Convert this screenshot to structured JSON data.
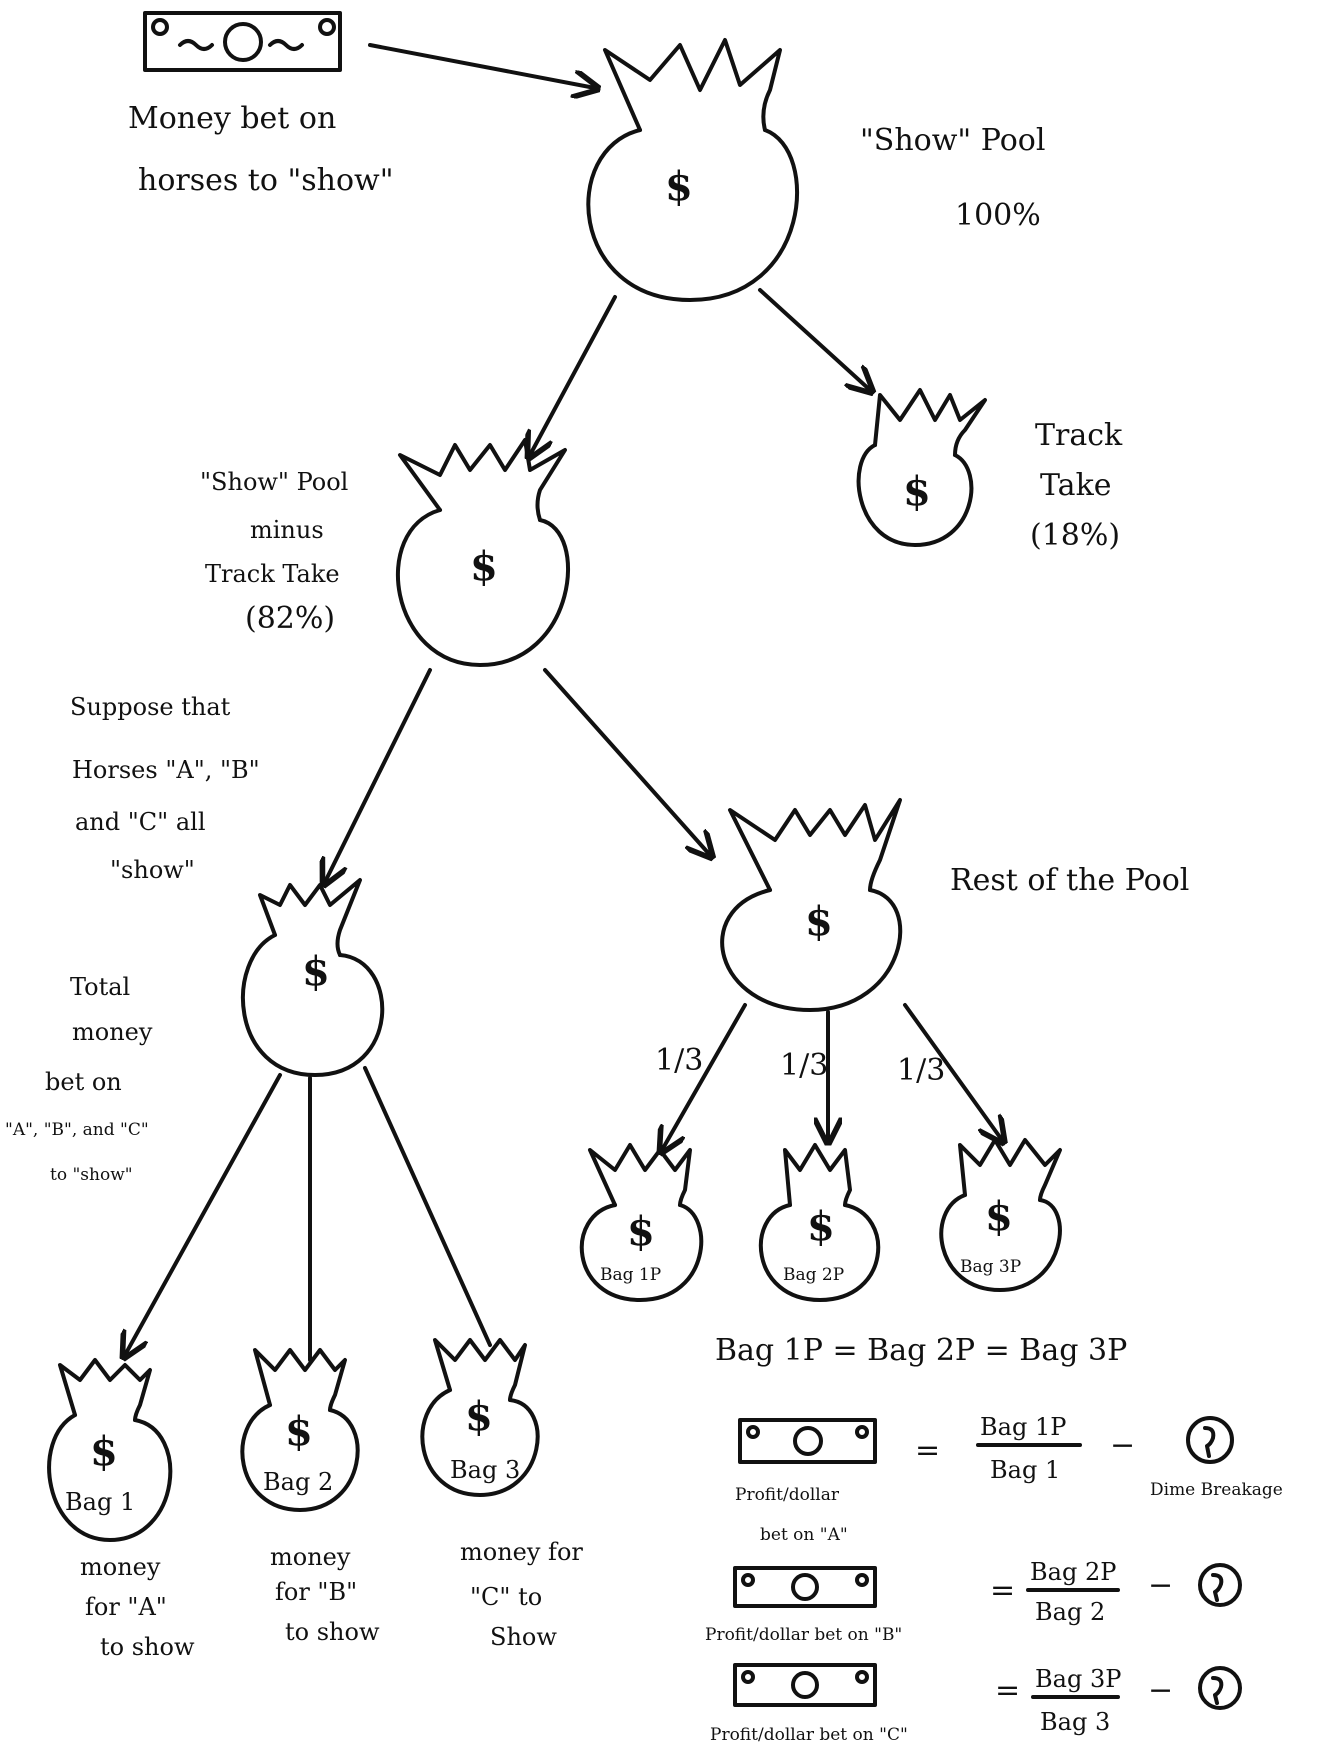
{
  "bill_caption": [
    "Money bet on",
    "horses to \"show\""
  ],
  "show_pool": {
    "title": "\"Show\" Pool",
    "percent": "100%"
  },
  "track_take": {
    "lines": [
      "Track",
      "Take",
      "(18%)"
    ]
  },
  "pool_minus_take": {
    "lines": [
      "\"Show\" Pool",
      "minus",
      "Track Take",
      "(82%)"
    ]
  },
  "suppose": {
    "lines": [
      "Suppose that",
      "Horses \"A\", \"B\"",
      "and \"C\" all",
      "\"show\""
    ]
  },
  "rest_of_pool": {
    "label": "Rest of the Pool"
  },
  "total_money": {
    "lines": [
      "Total",
      "money",
      "bet on",
      "\"A\", \"B\", and \"C\"",
      "to \"show\""
    ]
  },
  "dollar_sign": "$",
  "fractions": [
    "1/3",
    "1/3",
    "1/3"
  ],
  "profit_bags": [
    "Bag 1P",
    "Bag 2P",
    "Bag 3P"
  ],
  "equality": "Bag 1P = Bag 2P = Bag 3P",
  "bottom_bags": [
    {
      "label": "Bag 1",
      "caption": [
        "money",
        "for \"A\"",
        "to show"
      ]
    },
    {
      "label": "Bag 2",
      "caption": [
        "money",
        "for \"B\"",
        "to show"
      ]
    },
    {
      "label": "Bag 3",
      "caption": [
        "money for",
        "\"C\" to",
        "Show"
      ]
    }
  ],
  "formulas": [
    {
      "caption": [
        "Profit/dollar",
        "bet on \"A\""
      ],
      "numerator": "Bag 1P",
      "denominator": "Bag 1",
      "note": "Dime Breakage"
    },
    {
      "caption": [
        "Profit/dollar bet on \"B\""
      ],
      "numerator": "Bag 2P",
      "denominator": "Bag 2",
      "note": ""
    },
    {
      "caption": [
        "Profit/dollar bet on \"C\""
      ],
      "numerator": "Bag 3P",
      "denominator": "Bag 3",
      "note": ""
    }
  ],
  "operators": {
    "equals": "=",
    "minus": "−"
  }
}
